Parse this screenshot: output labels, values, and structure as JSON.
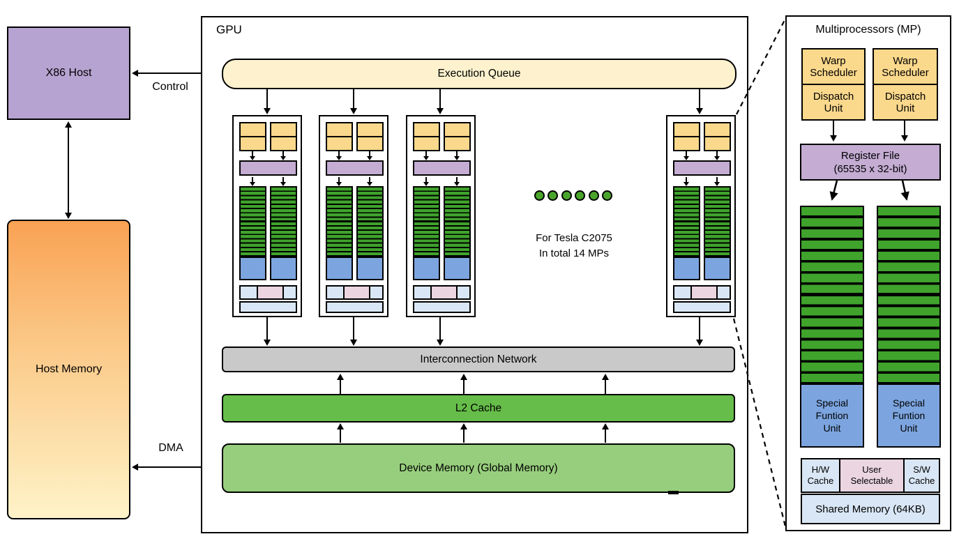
{
  "host": {
    "x86_label": "X86 Host",
    "memory_label": "Host Memory",
    "control_label": "Control",
    "dma_label": "DMA"
  },
  "gpu": {
    "title": "GPU",
    "execution_queue": "Execution Queue",
    "interconnection_network": "Interconnection Network",
    "l2_cache": "L2 Cache",
    "device_memory": "Device Memory (Global Memory)",
    "note_line1": "For Tesla C2075",
    "note_line2": "In total 14 MPs",
    "visible_mp_blocks": 4,
    "ellipsis_dot_count": 6
  },
  "mp_detail": {
    "title": "Multiprocessors (MP)",
    "warp_scheduler": "Warp\nScheduler",
    "dispatch_unit": "Dispatch\nUnit",
    "register_file": "Register File\n(65535 x 32-bit)",
    "special_function_unit": "Special\nFuntion\nUnit",
    "hw_cache": "H/W\nCache",
    "user_selectable": "User\nSelectable",
    "sw_cache": "S/W\nCache",
    "shared_memory": "Shared Memory (64KB)"
  },
  "colors": {
    "host_purple": "#B7A3D1",
    "host_memory_gradient_top": "#F9A254",
    "host_memory_gradient_bottom": "#FEF3C8",
    "execution_queue_cream": "#FDF2CD",
    "scheduler_tan": "#FAD88C",
    "register_purple": "#C4ACD3",
    "core_green": "#3FA32C",
    "l2_green": "#66BD49",
    "device_green": "#97CE7D",
    "interconnect_gray": "#C9C9C9",
    "sfu_blue": "#7CA5DF",
    "cache_light_blue": "#D9E6F5",
    "user_selectable_pink": "#EAD5E0",
    "dot_green": "#4AA42C"
  }
}
